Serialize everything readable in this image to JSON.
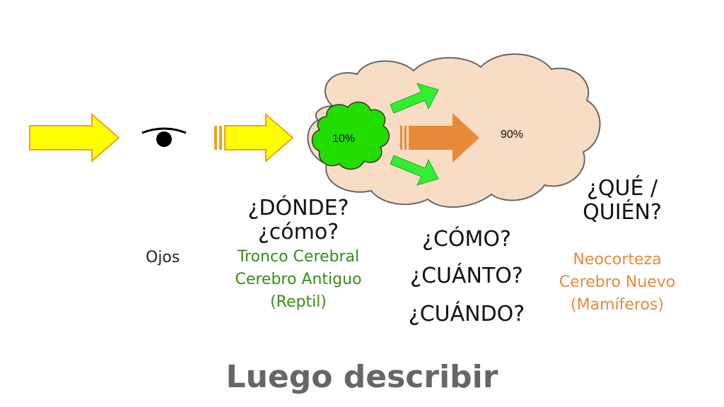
{
  "pct_old_brain": "10%",
  "pct_neocortex": "90%",
  "questions_where": {
    "line1": "¿DÓNDE?",
    "line2": "¿cómo?"
  },
  "questions_middle": {
    "q1": "¿CÓMO?",
    "q2": "¿CUÁNTO?",
    "q3": "¿CUÁNDO?"
  },
  "questions_what": {
    "line1": "¿QUÉ /",
    "line2": "QUIÉN?"
  },
  "eyes_label": "Ojos",
  "old_brain_labels": {
    "l1": "Tronco Cerebral",
    "l2": "Cerebro Antiguo",
    "l3": "(Reptil)"
  },
  "new_brain_labels": {
    "l1": "Neocorteza",
    "l2": "Cerebro Nuevo",
    "l3": "(Mamíferos)"
  },
  "footer": "Luego describir",
  "colors": {
    "yellow_arrow": "#ffff00",
    "yellow_arrow_border": "#f0a020",
    "cloud_fill": "#f9dcc4",
    "cloud_border": "#666666",
    "old_brain_green": "#22dd00",
    "green_arrow": "#33ee33",
    "orange_arrow": "#e8893a",
    "green_text": "#3a8a1a",
    "orange_text": "#e8893a",
    "footer_text": "#666666"
  },
  "icons": [
    "eye-icon"
  ]
}
